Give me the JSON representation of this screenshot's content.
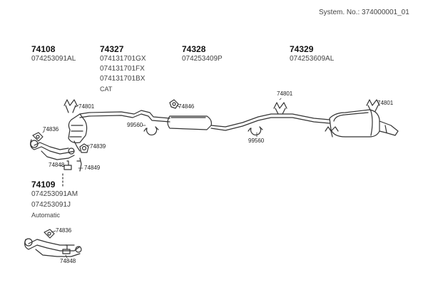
{
  "system_number": "System. No.: 374000001_01",
  "assemblies": [
    {
      "id": "74108",
      "parts": [
        "074253091AL"
      ],
      "note": ""
    },
    {
      "id": "74327",
      "parts": [
        "074131701GX",
        "074131701FX",
        "074131701BX"
      ],
      "note": "CAT"
    },
    {
      "id": "74328",
      "parts": [
        "074253409P"
      ],
      "note": ""
    },
    {
      "id": "74329",
      "parts": [
        "074253609AL"
      ],
      "note": ""
    },
    {
      "id": "74109",
      "parts": [
        "074253091AM",
        "074253091J"
      ],
      "note": "Automatic"
    }
  ],
  "component_labels": [
    "74801",
    "74846",
    "99560",
    "74836",
    "74839",
    "74848",
    "74849"
  ],
  "colors": {
    "line": "#333333",
    "text": "#111111",
    "background": "#ffffff"
  },
  "icons": [
    "hanger-clamp-icon",
    "ring-clamp-icon",
    "gasket-icon",
    "bolt-icon"
  ]
}
